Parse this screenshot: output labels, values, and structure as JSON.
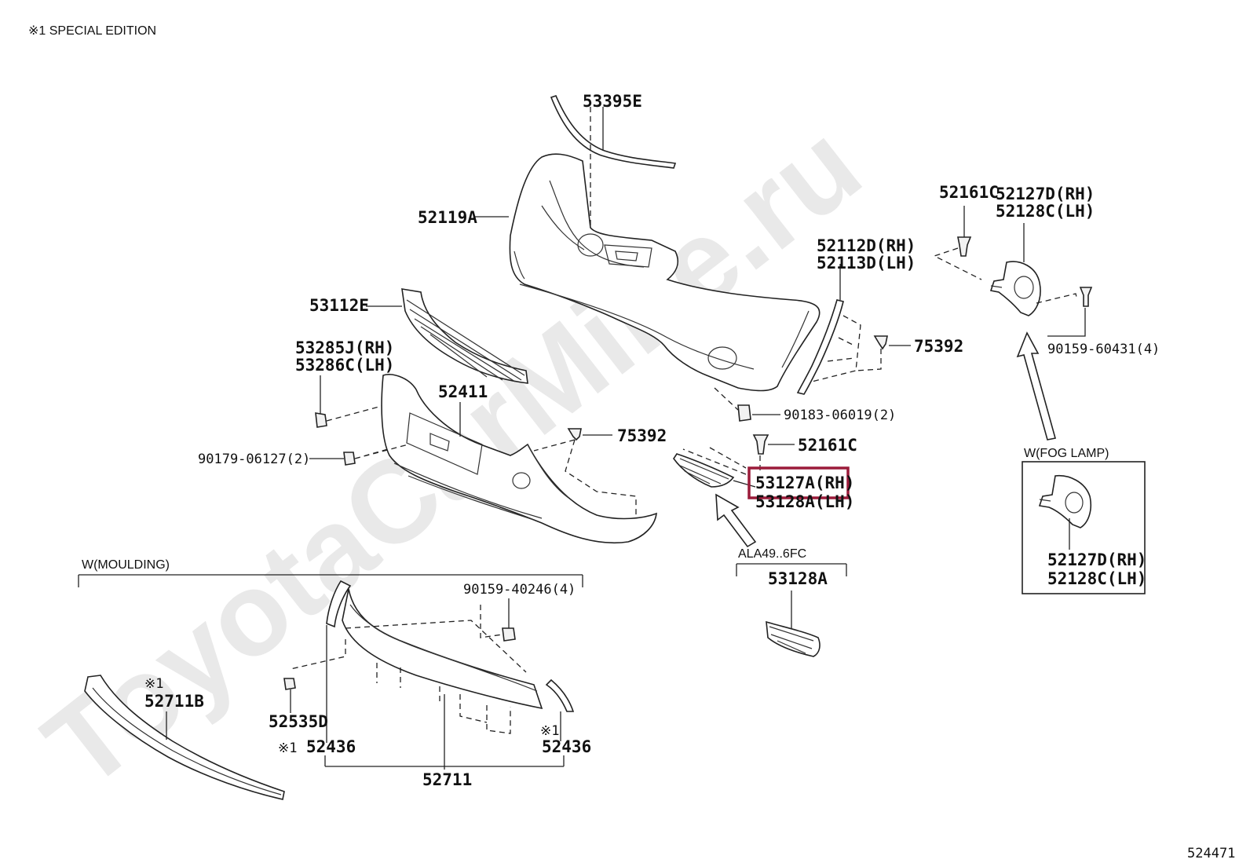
{
  "header_note": "※1 SPECIAL EDITION",
  "watermark": "ToyotaCarMine.ru",
  "figure_id": "524471",
  "groups": {
    "moulding": "W(MOULDING)",
    "fog_lamp": "W(FOG LAMP)",
    "ala": "ALA49..6FC"
  },
  "labels": {
    "p53395E": "53395E",
    "p52119A": "52119A",
    "p53112E": "53112E",
    "p53285J": "53285J(RH)",
    "p53286C": "53286C(LH)",
    "p52411": "52411",
    "p90179": "90179-06127(2)",
    "p75392a": "75392",
    "p75392b": "75392",
    "p52112D": "52112D(RH)",
    "p52113D": "52113D(LH)",
    "p52161Ca": "52161C",
    "p52161Cb": "52161C",
    "p52127Da": "52127D(RH)",
    "p52128Ca": "52128C(LH)",
    "p90159_604": "90159-60431(4)",
    "p90183": "90183-06019(2)",
    "p53127A": "53127A(RH)",
    "p53128A_lh": "53128A(LH)",
    "p53128A": "53128A",
    "p52127Db": "52127D(RH)",
    "p52128Cb": "52128C(LH)",
    "p90159_402": "90159-40246(4)",
    "p52711B": "52711B",
    "p52535D": "52535D",
    "p52436a": "52436",
    "p52436b": "52436",
    "p52711": "52711",
    "mark1a": "※1",
    "mark1b": "※1",
    "mark1c": "※1"
  },
  "highlight_color": "#9b1b3a"
}
